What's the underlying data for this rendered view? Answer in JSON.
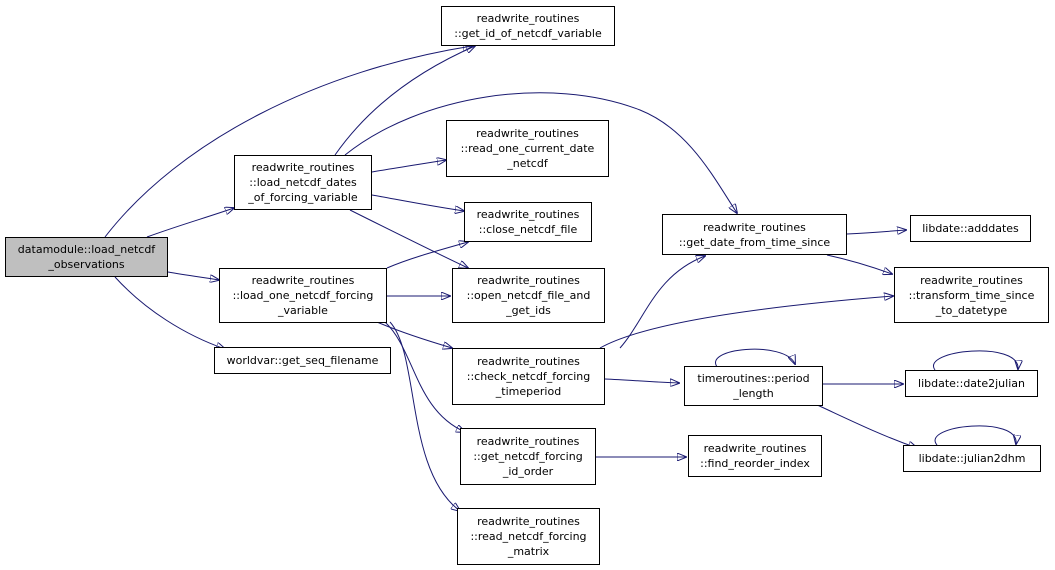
{
  "colors": {
    "edge": "#191970",
    "node_border": "#000000",
    "root_fill": "#bfbfbf",
    "node_fill": "#ffffff"
  },
  "nodes": {
    "root": {
      "label": "datamodule::load_netcdf\n_observations"
    },
    "get_id": {
      "label": "readwrite_routines\n::get_id_of_netcdf_variable"
    },
    "load_dates": {
      "label": "readwrite_routines\n::load_netcdf_dates\n_of_forcing_variable"
    },
    "read_one": {
      "label": "readwrite_routines\n::read_one_current_date\n_netcdf"
    },
    "close_file": {
      "label": "readwrite_routines\n::close_netcdf_file"
    },
    "load_one": {
      "label": "readwrite_routines\n::load_one_netcdf_forcing\n_variable"
    },
    "open_file": {
      "label": "readwrite_routines\n::open_netcdf_file_and\n_get_ids"
    },
    "seq_file": {
      "label": "worldvar::get_seq_filename"
    },
    "get_date": {
      "label": "readwrite_routines\n::get_date_from_time_since"
    },
    "adddates": {
      "label": "libdate::adddates"
    },
    "transform": {
      "label": "readwrite_routines\n::transform_time_since\n_to_datetype"
    },
    "check": {
      "label": "readwrite_routines\n::check_netcdf_forcing\n_timeperiod"
    },
    "period": {
      "label": "timeroutines::period\n_length"
    },
    "date2julian": {
      "label": "libdate::date2julian"
    },
    "julian2dhm": {
      "label": "libdate::julian2dhm"
    },
    "id_order": {
      "label": "readwrite_routines\n::get_netcdf_forcing\n_id_order"
    },
    "reorder": {
      "label": "readwrite_routines\n::find_reorder_index"
    },
    "read_matrix": {
      "label": "readwrite_routines\n::read_netcdf_forcing\n_matrix"
    }
  },
  "edges": [
    [
      "root",
      "get_id"
    ],
    [
      "root",
      "load_dates"
    ],
    [
      "root",
      "load_one"
    ],
    [
      "root",
      "seq_file"
    ],
    [
      "load_dates",
      "get_id"
    ],
    [
      "load_dates",
      "read_one"
    ],
    [
      "load_dates",
      "close_file"
    ],
    [
      "load_dates",
      "open_file"
    ],
    [
      "load_dates",
      "get_date"
    ],
    [
      "load_one",
      "close_file"
    ],
    [
      "load_one",
      "open_file"
    ],
    [
      "load_one",
      "check"
    ],
    [
      "load_one",
      "id_order"
    ],
    [
      "load_one",
      "read_matrix"
    ],
    [
      "get_date",
      "adddates"
    ],
    [
      "get_date",
      "transform"
    ],
    [
      "check",
      "get_date"
    ],
    [
      "check",
      "transform"
    ],
    [
      "check",
      "period"
    ],
    [
      "period",
      "period"
    ],
    [
      "period",
      "date2julian"
    ],
    [
      "period",
      "julian2dhm"
    ],
    [
      "date2julian",
      "date2julian"
    ],
    [
      "julian2dhm",
      "julian2dhm"
    ],
    [
      "id_order",
      "reorder"
    ]
  ]
}
